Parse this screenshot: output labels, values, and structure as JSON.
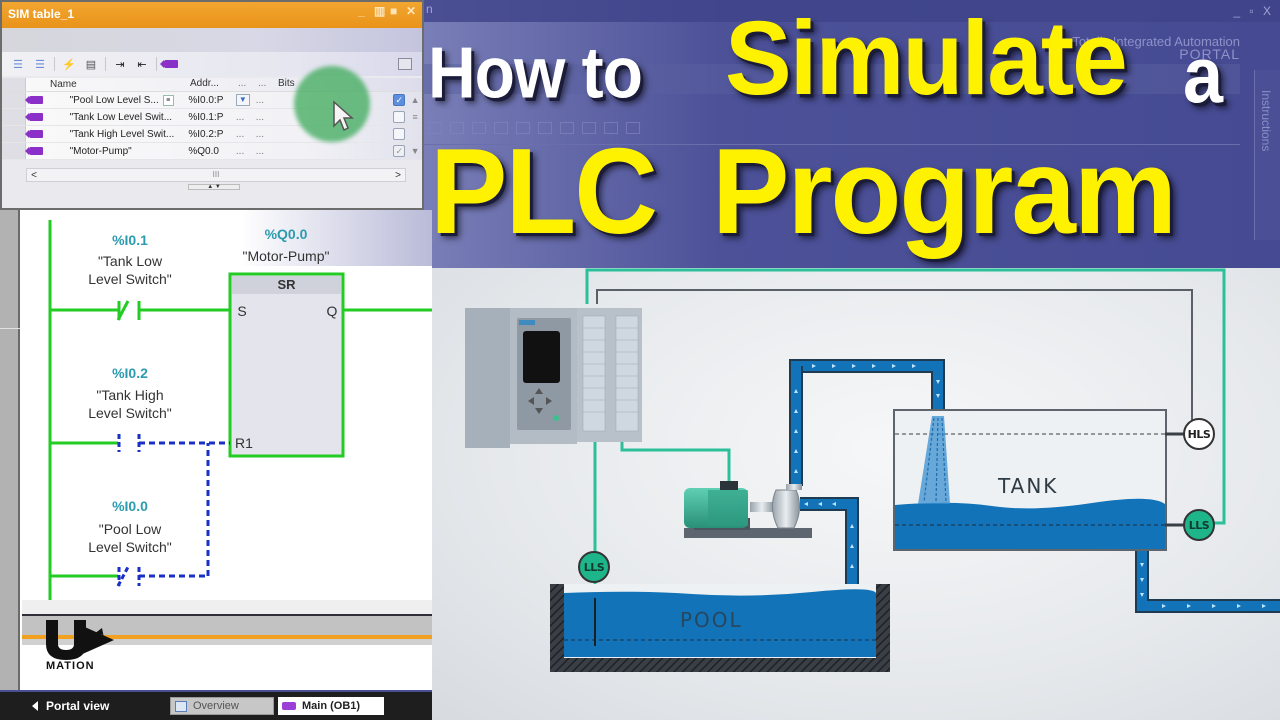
{
  "title": {
    "line1_part1": "How to",
    "line1_part2": "Simulate",
    "line1_part3": "a",
    "line2_part1": "PLC",
    "line2_part2": "Program",
    "colors": {
      "white": "#ffffff",
      "yellow": "#fff200"
    }
  },
  "tia_background": {
    "brand_line1": "Totally Integrated Automation",
    "brand_line2": "PORTAL",
    "right_sidebar_label": "Instructions",
    "window_controls": "_ ▫ X"
  },
  "sim_table": {
    "title": "SIM table_1",
    "window_controls": [
      "minimize",
      "restore",
      "maximize",
      "close"
    ],
    "toolbar_icons": [
      "add-row-icon",
      "add-row-icon",
      "lightning-icon",
      "chip-edit-icon",
      "export-icon",
      "import-icon",
      "tag-icon"
    ],
    "columns": [
      "",
      "Name",
      "Addr...",
      "...",
      "...",
      "Bits",
      ""
    ],
    "rows": [
      {
        "name": "\"Pool Low Level S...",
        "address": "%I0.0:P",
        "col3": "▾",
        "col4": "...",
        "checked": true,
        "has_list_button": true
      },
      {
        "name": "\"Tank Low Level Swit...",
        "address": "%I0.1:P",
        "col3": "...",
        "col4": "...",
        "checked": false
      },
      {
        "name": "\"Tank High Level Swit...",
        "address": "%I0.2:P",
        "col3": "...",
        "col4": "...",
        "checked": false
      },
      {
        "name": "\"Motor-Pump\"",
        "address": "%Q0.0",
        "col3": "...",
        "col4": "...",
        "checked": true
      }
    ],
    "scroll_left": "<",
    "scroll_right": ">",
    "scroll_thumb": "III"
  },
  "ladder": {
    "contact1": {
      "address": "%I0.1",
      "name_line1": "\"Tank Low",
      "name_line2": "Level Switch\"",
      "type": "normally-closed"
    },
    "contact2": {
      "address": "%I0.2",
      "name_line1": "\"Tank High",
      "name_line2": "Level Switch\"",
      "type": "normally-open"
    },
    "contact3": {
      "address": "%I0.0",
      "name_line1": "\"Pool Low",
      "name_line2": "Level Switch\"",
      "type": "normally-closed"
    },
    "coil": {
      "address": "%Q0.0",
      "name": "\"Motor-Pump\""
    },
    "block": {
      "name": "SR",
      "input_set": "S",
      "input_reset": "R1",
      "output": "Q"
    },
    "colors": {
      "powered": "#22cc22",
      "unpowered": "#1a2fc4",
      "address": "#2b9bb0"
    }
  },
  "logo": {
    "text": "MATION",
    "mark": "UP"
  },
  "status_bar": {
    "portal_view": "Portal view",
    "tabs": [
      {
        "label": "Overview",
        "icon": "overview-icon"
      },
      {
        "label": "Main (OB1)",
        "icon": "block-icon"
      }
    ]
  },
  "diagram": {
    "tank_label": "TANK",
    "pool_label": "POOL",
    "sensors": [
      {
        "label": "HLS",
        "location": "tank-high"
      },
      {
        "label": "LLS",
        "location": "tank-low"
      },
      {
        "label": "LLS",
        "location": "pool-low"
      }
    ],
    "colors": {
      "water": "#1273b8",
      "wire_green": "#2bbf9a",
      "wire_gray": "#5a6068",
      "sensor_green": "#1fb58a"
    }
  }
}
